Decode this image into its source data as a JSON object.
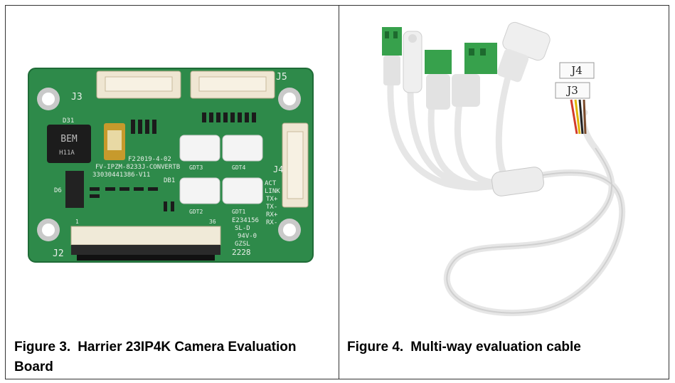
{
  "figures": [
    {
      "label": "Figure 3.",
      "caption": "Harrier 23IP4K Camera Evaluation Board",
      "silkscreen": {
        "j3": "J3",
        "j5": "J5",
        "j4": "J4",
        "j2": "J2",
        "d31": "D31",
        "f2": "F2",
        "d6": "D6",
        "db1": "DB1",
        "date": "2019-4-02",
        "part": "FV-IPZM-8233J-CONVERTB",
        "serial": "33030441386-V11",
        "gdt3": "GDT3",
        "gdt4": "GDT4",
        "gdt2": "GDT2",
        "gdt1": "GDT1",
        "act": "ACT",
        "link": "LINK",
        "txp": "TX+",
        "txm": "TX-",
        "rxp": "RX+",
        "rxm": "RX-",
        "e_num": "E234156",
        "sld": "SL-D",
        "ul": "94V-0",
        "gzsl": "GZSL",
        "code": "2228",
        "pin36": "36",
        "pin1": "1",
        "chip": "BEM",
        "chip2": "H11A"
      }
    },
    {
      "label": "Figure 4.",
      "caption": "Multi-way evaluation cable",
      "tags": {
        "j4": "J4",
        "j3": "J3"
      }
    }
  ]
}
